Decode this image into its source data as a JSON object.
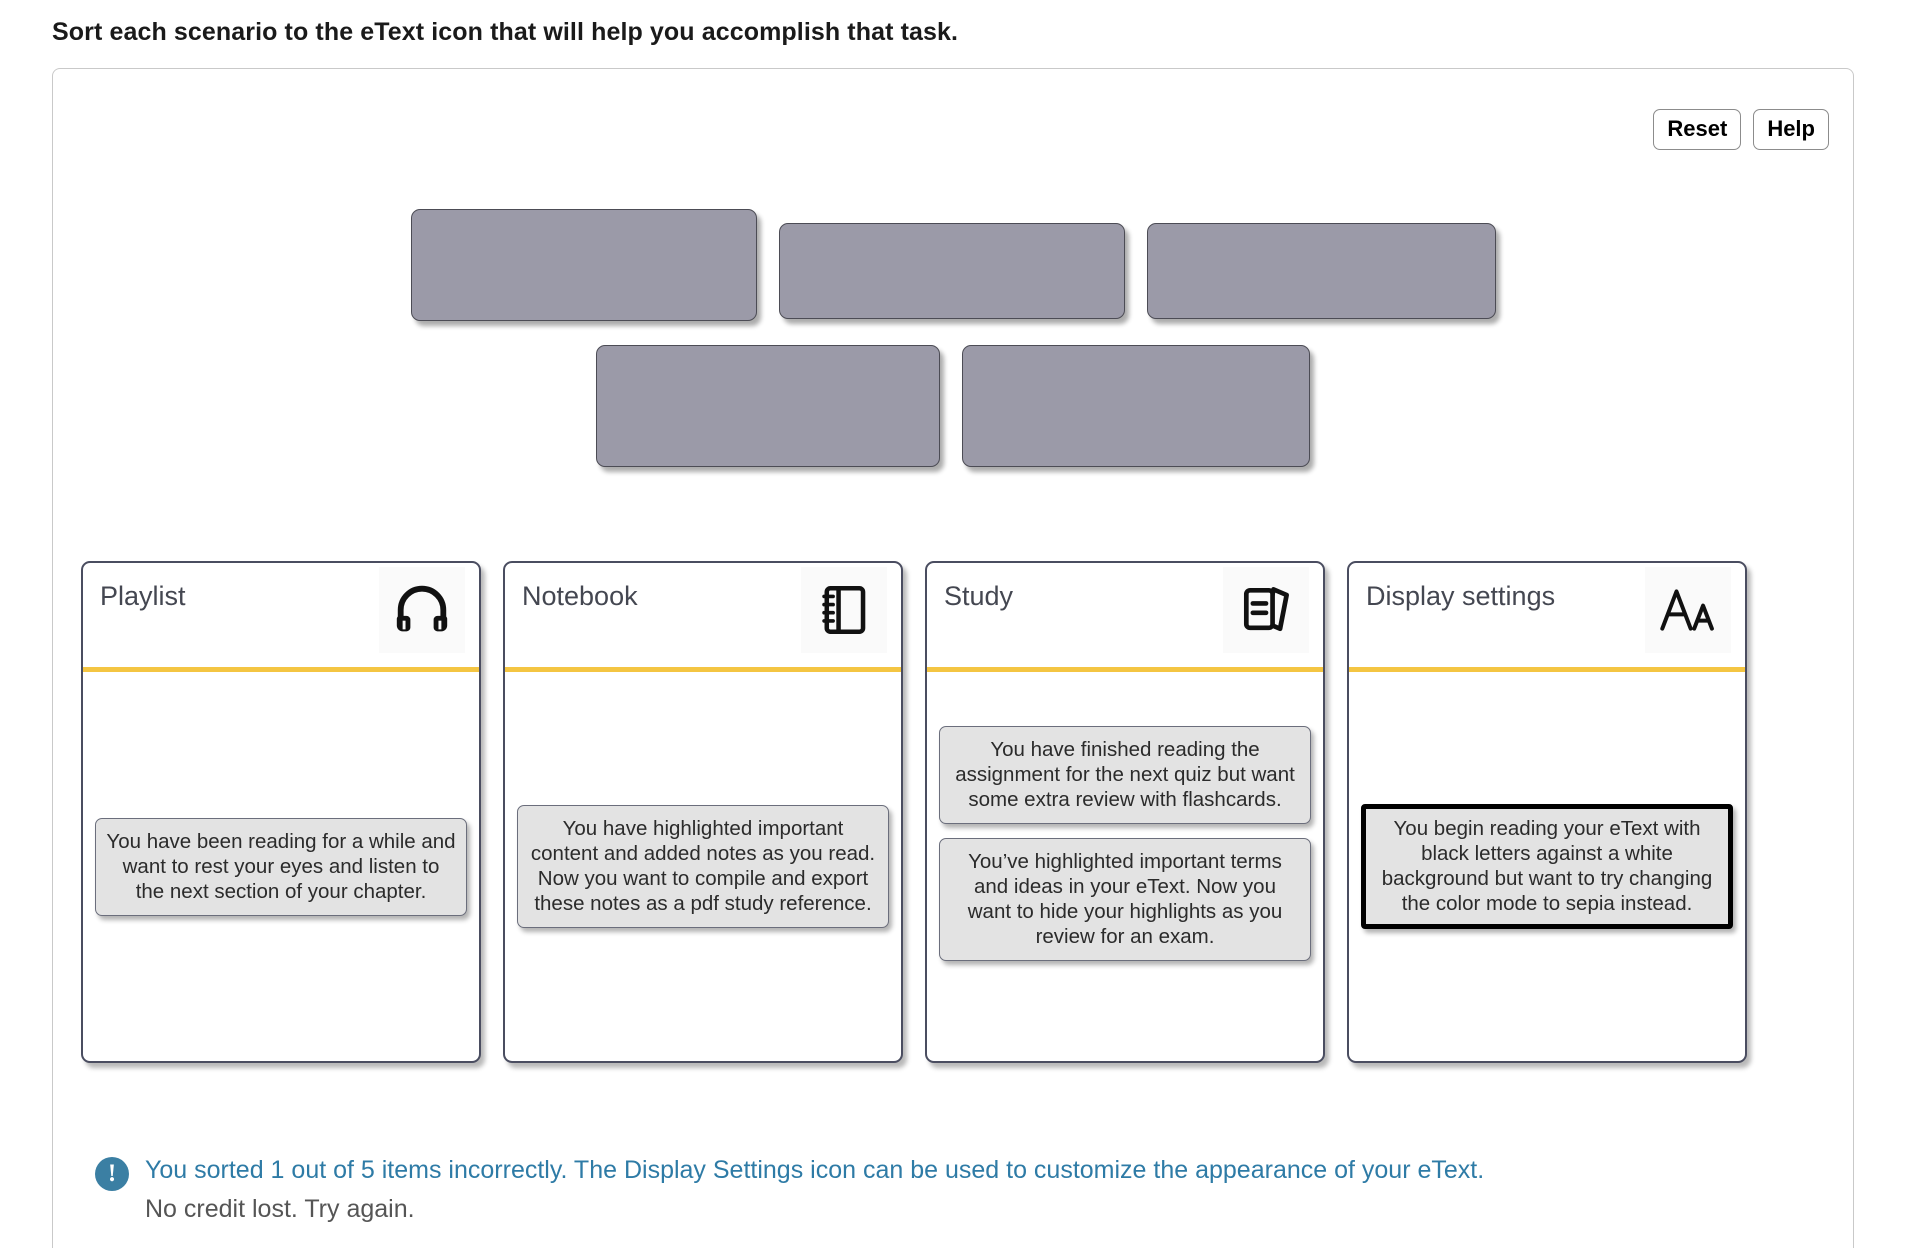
{
  "prompt": "Sort each scenario to the eText icon that will help you accomplish that task.",
  "toolbar": {
    "reset_label": "Reset",
    "help_label": "Help"
  },
  "tray": {
    "empty_slots": [
      {
        "name": "empty-slot-1"
      },
      {
        "name": "empty-slot-2"
      },
      {
        "name": "empty-slot-3"
      },
      {
        "name": "empty-slot-4"
      },
      {
        "name": "empty-slot-5"
      }
    ]
  },
  "categories": [
    {
      "title": "Playlist",
      "icon": "headphones-icon",
      "tiles": [
        {
          "text": "You have been reading for a while and want to rest your eyes and listen to the next section of your chapter.",
          "incorrect": false
        }
      ]
    },
    {
      "title": "Notebook",
      "icon": "spiral-notebook-icon",
      "tiles": [
        {
          "text": "You have highlighted important content and added notes as you read. Now you want to compile and export these notes as a pdf study reference.",
          "incorrect": false
        }
      ]
    },
    {
      "title": "Study",
      "icon": "flashcards-icon",
      "tiles": [
        {
          "text": "You have finished reading the assignment for the next quiz but want some extra review with flashcards.",
          "incorrect": false
        },
        {
          "text": "You’ve highlighted important terms and ideas in your eText. Now you want to hide your highlights as you review for an exam.",
          "incorrect": false
        }
      ]
    },
    {
      "title": "Display settings",
      "icon": "font-size-aa-icon",
      "tiles": [
        {
          "text": "You begin reading your eText with black letters against a white background but want to try changing the color mode to sepia instead.",
          "incorrect": true
        }
      ]
    }
  ],
  "feedback": {
    "icon": "exclamation-circle-icon",
    "glyph": "!",
    "line1": "You sorted 1 out of 5 items incorrectly. The Display Settings icon can be used to customize the appearance of your eText.",
    "line2": "No credit lost. Try again."
  },
  "colors": {
    "accent_yellow": "#f4c542",
    "slot_gray": "#9b9aa8",
    "feedback_blue": "#2e7ba6",
    "tile_gray": "#e3e3e3",
    "card_border": "#4a4d60"
  }
}
